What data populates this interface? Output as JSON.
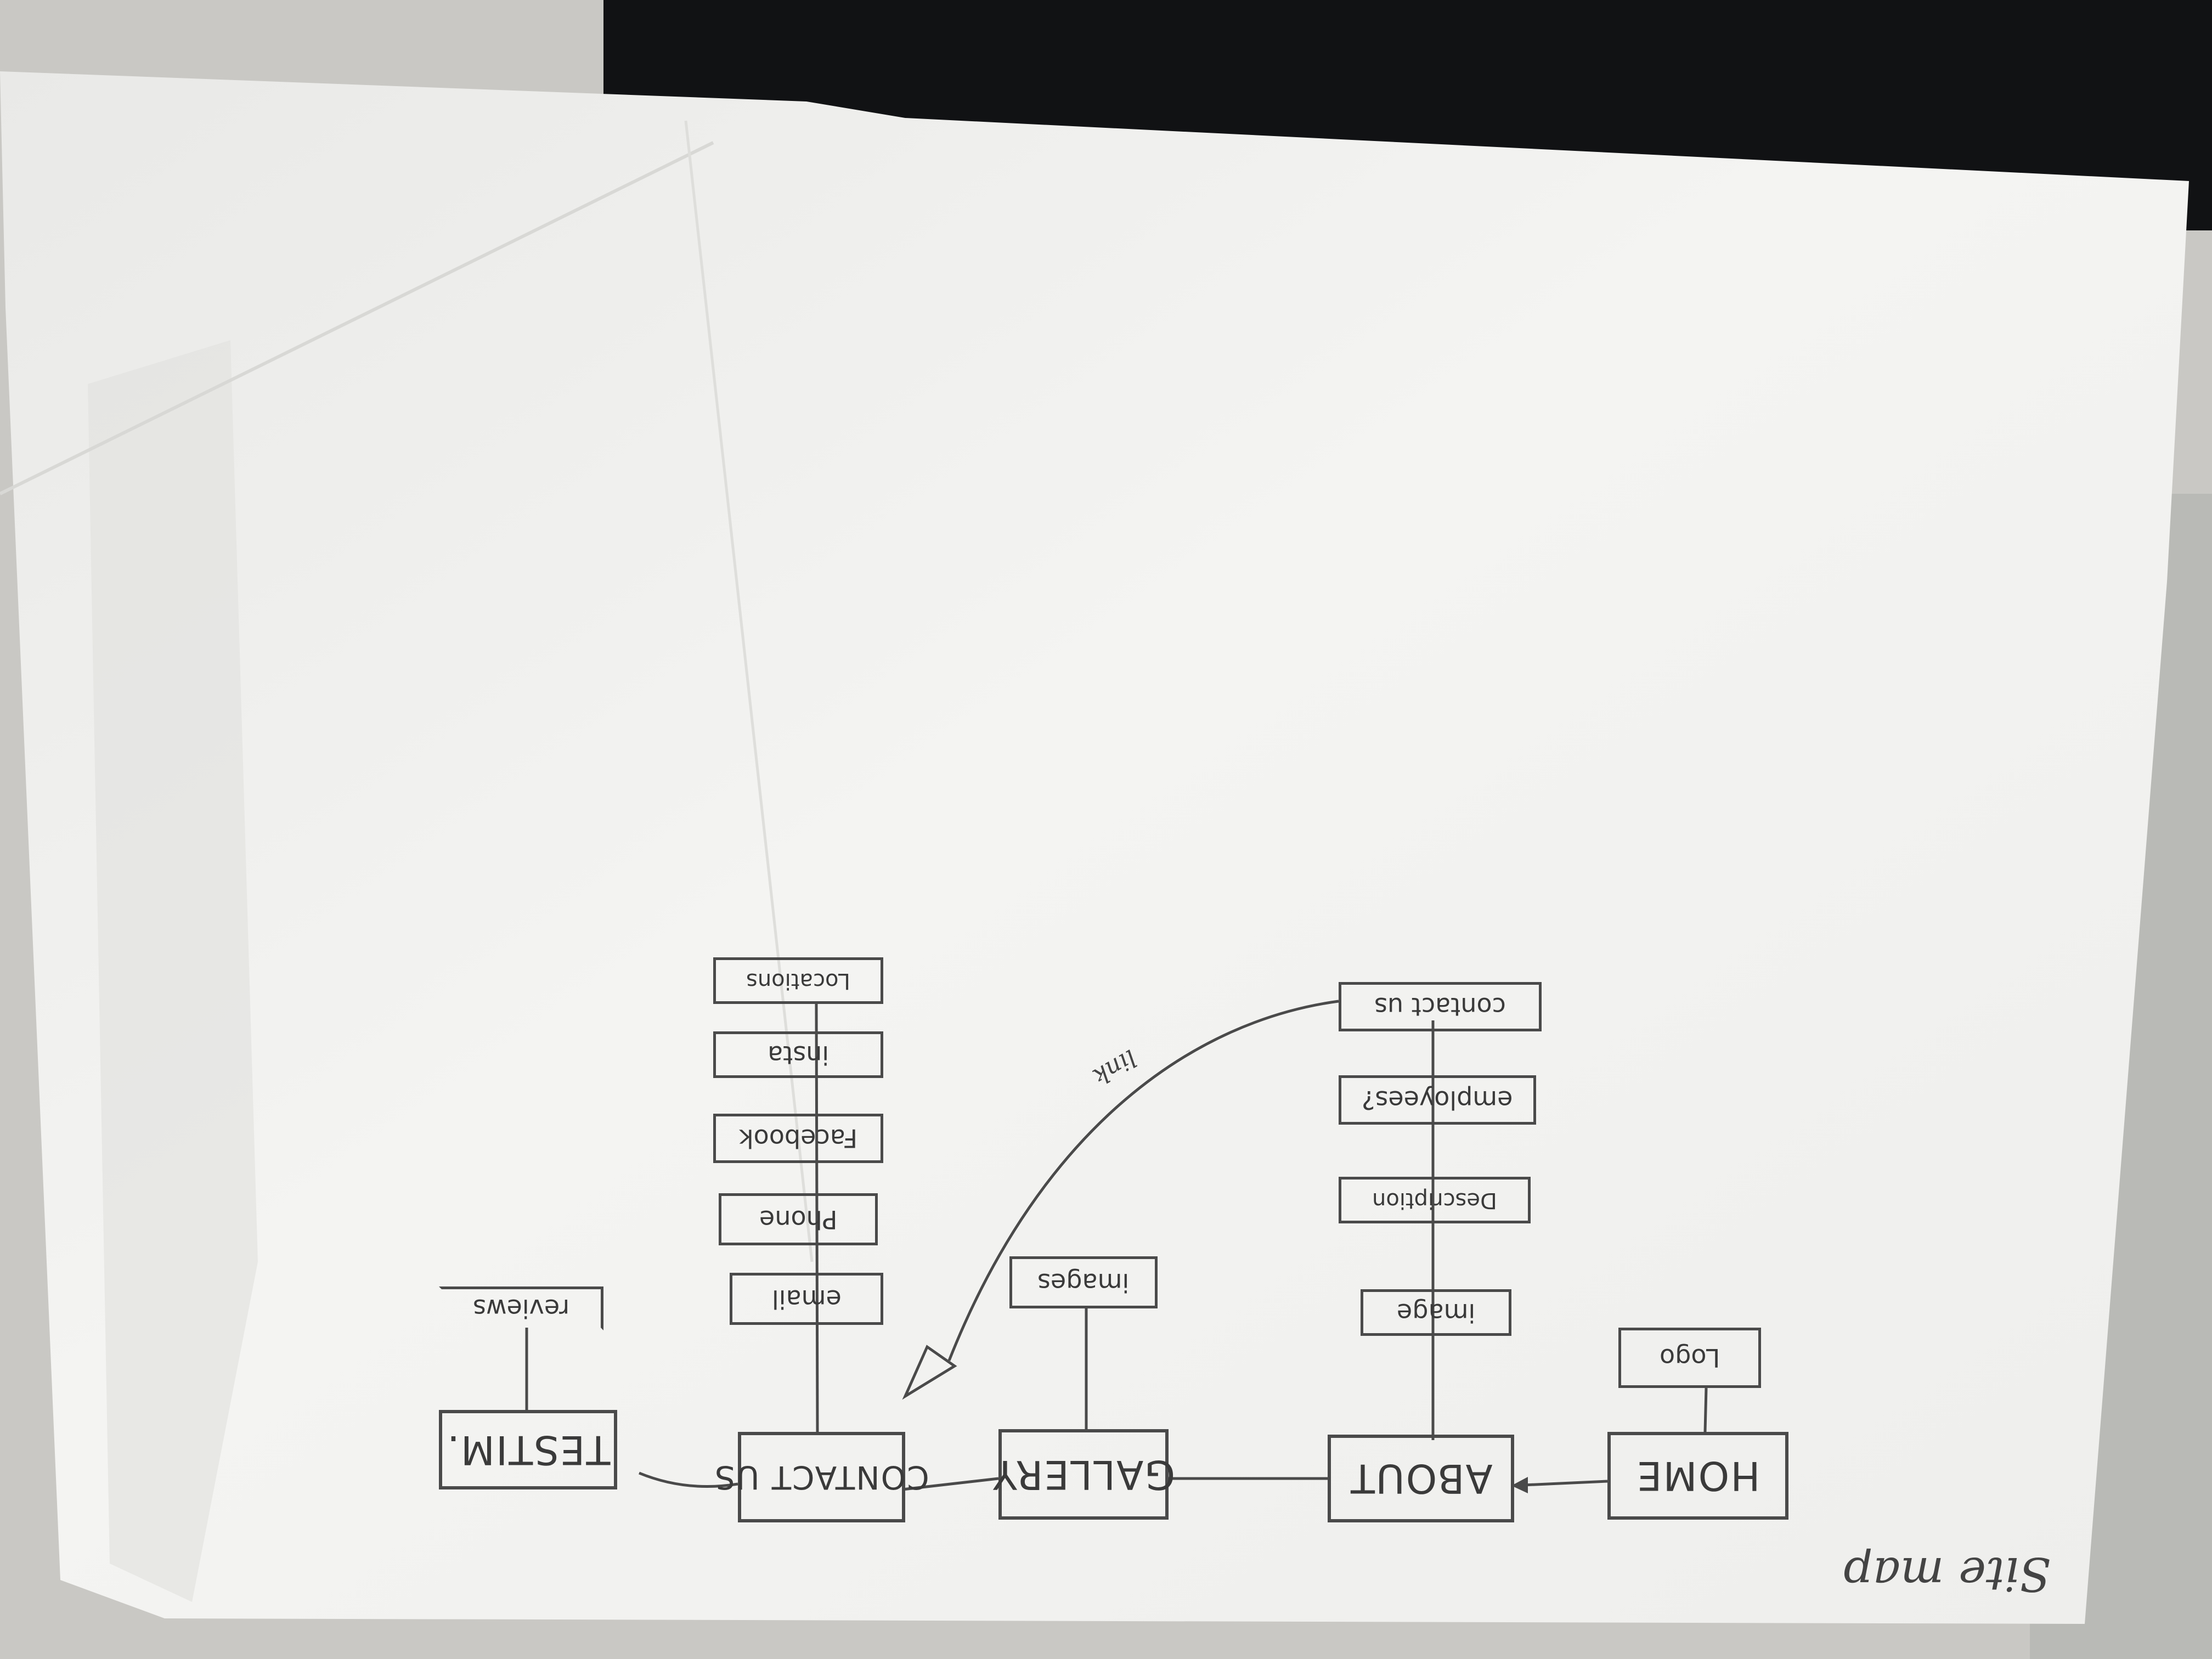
{
  "title": "Site map",
  "link_note": "link",
  "pages": [
    {
      "label": "HOME",
      "children": [
        "Logo"
      ]
    },
    {
      "label": "ABOUT",
      "children": [
        "image",
        "Description",
        "employees?",
        "contact us"
      ]
    },
    {
      "label": "GALLERY",
      "children": [
        "images"
      ]
    },
    {
      "label": "CONTACT US",
      "children": [
        "email",
        "Phone",
        "Facebook",
        "insta",
        "Locations"
      ]
    },
    {
      "label": "TESTIM.",
      "children": [
        "reviews"
      ]
    }
  ],
  "colors": {
    "paper": "#f3f3f1",
    "pencil": "#4a4a4a"
  }
}
